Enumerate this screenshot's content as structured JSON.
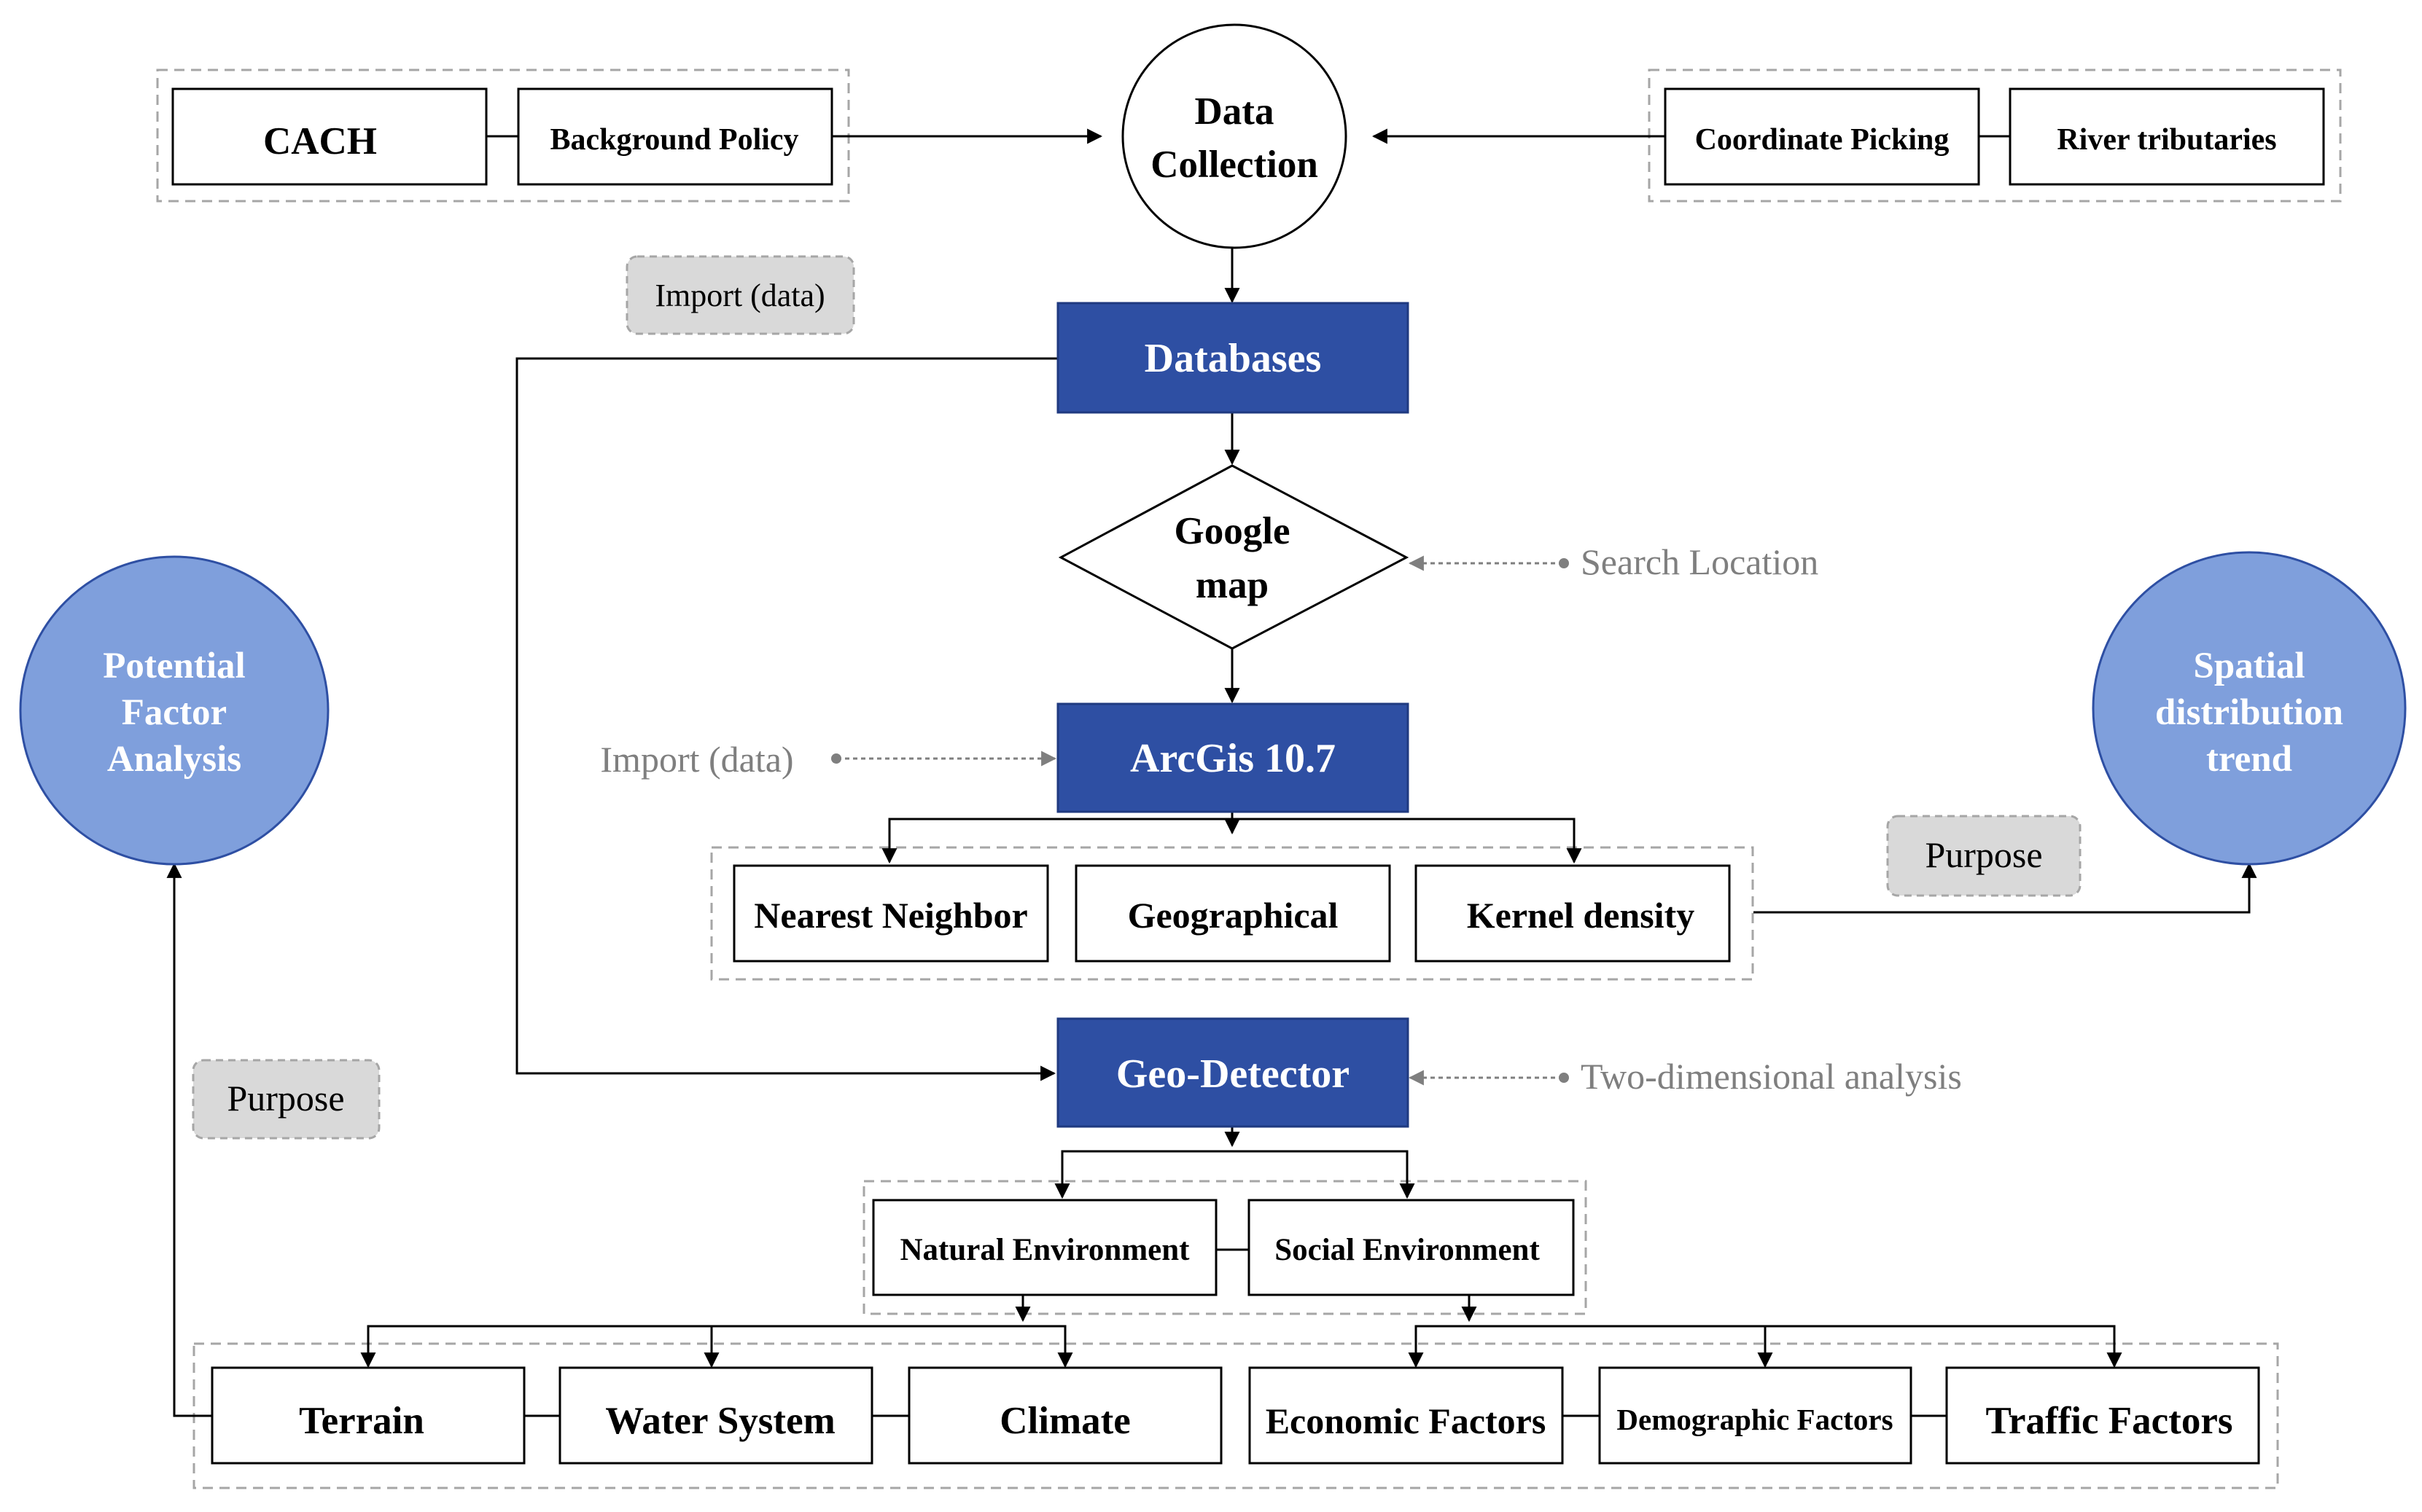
{
  "top": {
    "left": {
      "box1": "CACH",
      "box2": "Background Policy"
    },
    "center": {
      "line1": "Data",
      "line2": "Collection"
    },
    "right": {
      "box1": "Coordinate Picking",
      "box2": "River tributaries"
    }
  },
  "labels": {
    "import_data_tag": "Import (data)",
    "import_data_side": "Import (data)",
    "search_location": "Search Location",
    "two_dim_analysis": "Two-dimensional analysis",
    "purpose_right": "Purpose",
    "purpose_left": "Purpose"
  },
  "process": {
    "databases": "Databases",
    "google_line1": "Google",
    "google_line2": "map",
    "arcgis": "ArcGis 10.7",
    "geodetector": "Geo-Detector"
  },
  "arcgis_methods": [
    "Nearest Neighbor",
    "Geographical",
    "Kernel density"
  ],
  "outcomes": {
    "left": [
      "Potential",
      "Factor",
      "Analysis"
    ],
    "right": [
      "Spatial",
      "distribution",
      "trend"
    ]
  },
  "environments": {
    "natural": "Natural Environment",
    "social": "Social Environment"
  },
  "factors": {
    "natural": [
      "Terrain",
      "Water System",
      "Climate"
    ],
    "social": [
      "Economic Factors",
      "Demographic Factors",
      "Traffic Factors"
    ]
  },
  "colors": {
    "process_fill": "#2E4FA3",
    "circle_fill": "#7F9FDC",
    "tag_fill": "#D9D9D9",
    "annotation_text": "#7F7F7F",
    "line": "#000000",
    "dashed_group": "#A6A6A6"
  }
}
